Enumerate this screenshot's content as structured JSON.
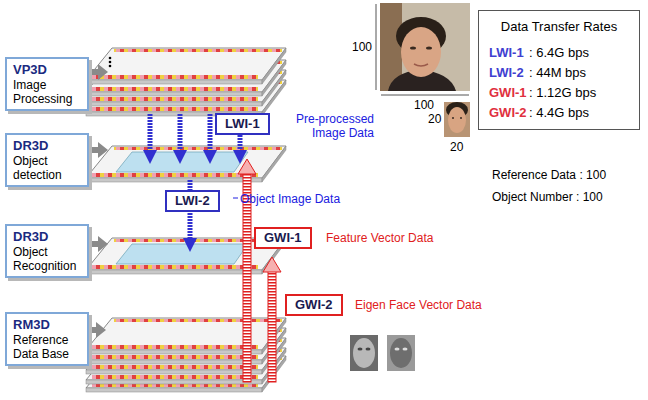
{
  "diagram": {
    "nodes": [
      {
        "text": [
          "VP3D",
          "Image Processing"
        ]
      },
      {
        "text": [
          "DR3D",
          "Object detection"
        ]
      },
      {
        "text": [
          "DR3D",
          "Object Recognition"
        ]
      },
      {
        "text": [
          "RM3D",
          "Reference Data Base"
        ]
      },
      {
        "text": [
          "LWI-1"
        ]
      },
      {
        "text": [
          "LWI-2"
        ]
      },
      {
        "text": [
          "GWI-1"
        ]
      },
      {
        "text": [
          "GWI-2"
        ]
      },
      {
        "text": [
          "Data Transfer Rates",
          "LWI-1",
          ": 6.4G bps",
          "LWI-2",
          ": 44M bps",
          "GWI-1",
          ": 1.12G bps",
          "GWI-2",
          ": 4.4G bps"
        ]
      }
    ],
    "labels": [
      "100",
      "100",
      "20",
      "20",
      "Pre-processed Image Data",
      "Object Image Data",
      "Feature Vector Data",
      "Eigen Face Vector Data",
      "Reference Data : 100",
      "Object Number : 100"
    ]
  }
}
